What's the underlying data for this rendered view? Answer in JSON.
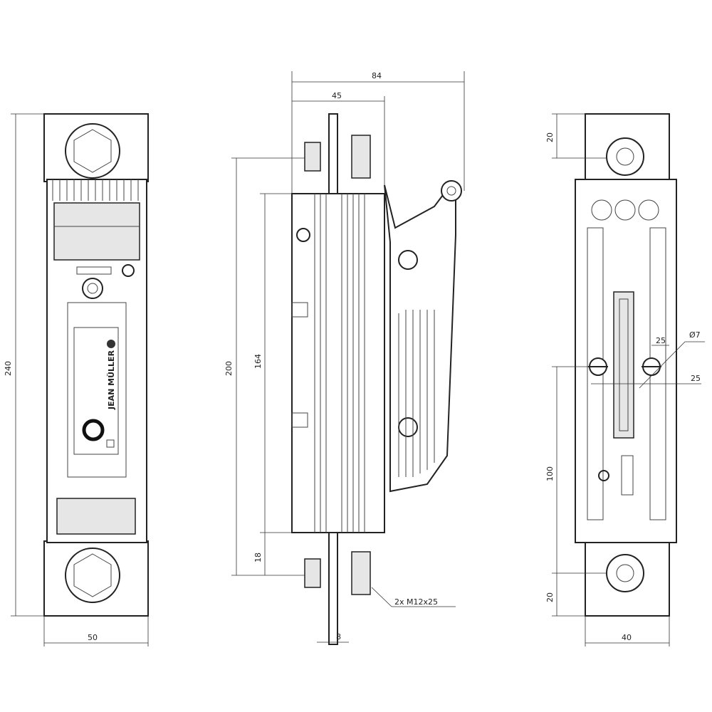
{
  "drawing": {
    "front_view": {
      "height_dim": "240",
      "width_dim": "50",
      "logo_text": "JEAN MÜLLER"
    },
    "side_view": {
      "overall_depth_dim": "84",
      "body_depth_dim": "45",
      "terminal_spacing_dim": "200",
      "body_height_dim": "164",
      "terminal_offset_dim": "18",
      "busbar_thickness_dim": "8",
      "bolt_callout": "2x M12x25"
    },
    "rear_view": {
      "top_hole_dim": "20",
      "bottom_hole_dim": "20",
      "mount_to_hole_dim": "100",
      "width_dim": "40",
      "mount_hole_diameter": "Ø7",
      "mount_hole_spacing_h": "25",
      "mount_hole_spacing_v": "25"
    }
  }
}
